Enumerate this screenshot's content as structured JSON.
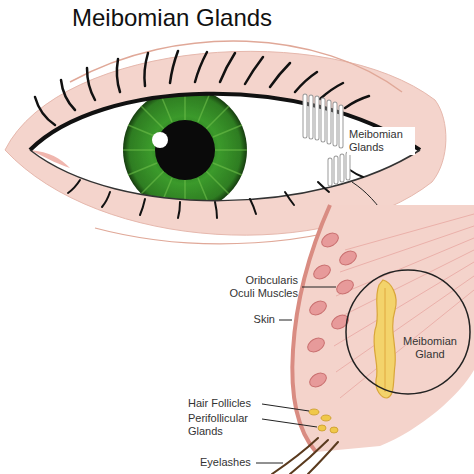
{
  "diagram": {
    "title": "Meibomian Glands",
    "labels": [
      "Meibomian Glands",
      "Oribcularis Oculi Muscles",
      "Skin",
      "Meibomian Gland",
      "Hair Follicles",
      "Perifollicular Glands",
      "Eyelashes"
    ]
  }
}
